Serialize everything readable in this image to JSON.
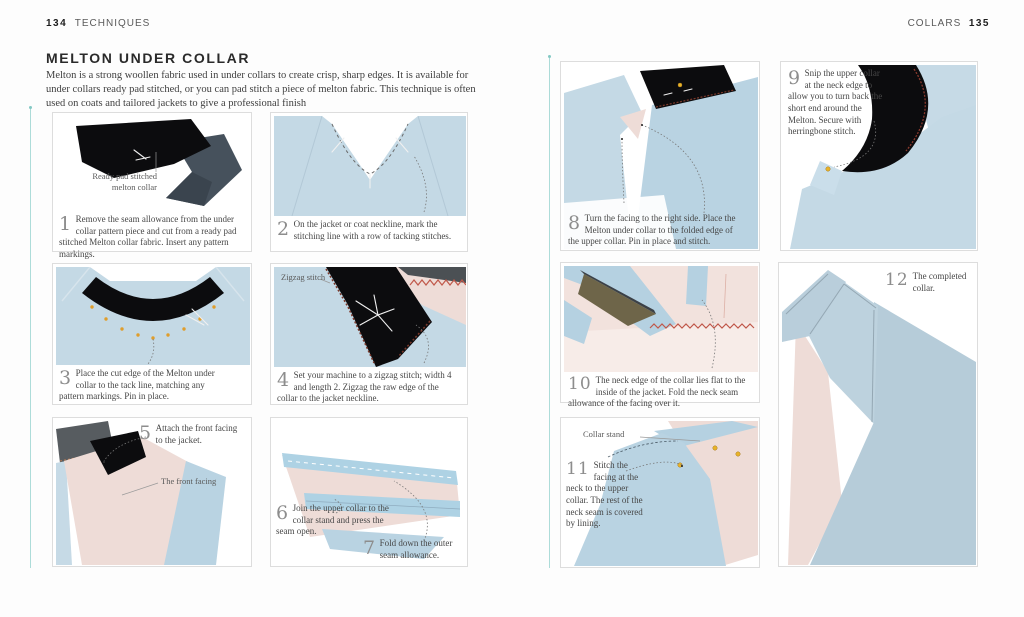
{
  "header_left": {
    "page": "134",
    "section": "TECHNIQUES"
  },
  "header_right": {
    "section": "COLLARS",
    "page": "135"
  },
  "article": {
    "title": "MELTON UNDER COLLAR",
    "intro": "Melton is a strong woollen fabric used in under collars to create crisp, sharp edges. It is available for under collars ready pad stitched, or you can pad stitch a piece of melton fabric. This technique is often used on coats and tailored jackets to give a professional finish"
  },
  "steps": [
    {
      "num": "1",
      "text": "Remove the seam allowance from the under collar pattern piece and cut from a ready pad stitched Melton collar fabric. Insert any pattern markings."
    },
    {
      "num": "2",
      "text": "On the jacket or coat neckline, mark the stitching line with a row of tacking stitches."
    },
    {
      "num": "3",
      "text": "Place the cut edge of the Melton under collar to the tack line, matching any pattern markings. Pin in place."
    },
    {
      "num": "4",
      "text": "Set your machine to a zigzag stitch; width 4 and length 2. Zigzag the raw edge of the collar to the jacket neckline."
    },
    {
      "num": "5",
      "text": "Attach the front facing to the jacket."
    },
    {
      "num": "6",
      "text": "Join the upper collar to the collar stand and press the seam open."
    },
    {
      "num": "7",
      "text": "Fold down the outer seam allowance."
    },
    {
      "num": "8",
      "text": "Turn the facing to the right side. Place the Melton under collar to the folded edge of the upper collar. Pin in place and stitch."
    },
    {
      "num": "9",
      "text": "Snip the upper collar at the neck edge to allow you to turn back the short end around the Melton. Secure with herringbone stitch."
    },
    {
      "num": "10",
      "text": "The neck edge of the collar lies flat to the inside of the jacket. Fold the neck seam allowance of the facing over it."
    },
    {
      "num": "11",
      "text": "Stitch the facing at the neck to the upper collar. The rest of the neck seam is covered by lining."
    },
    {
      "num": "12",
      "text": "The completed collar."
    }
  ],
  "labels": {
    "ready_pad_stitched": "Ready pad stitched melton collar",
    "zigzag_stitch": "Zigzag stitch",
    "front_facing": "The front facing",
    "collar_stand": "Collar stand"
  },
  "colors": {
    "accent_teal": "#9fd6d2",
    "fabric_blue": "#c4d9e5",
    "fabric_blue_deep": "#b9d3e2",
    "fabric_pink": "#eedcd7",
    "melton_black": "#0c0c0e",
    "slate_fabric": "#46515c",
    "olive_fabric": "#6e6549",
    "stitch_red": "#c0584a",
    "pin_yellow": "#e8b32a",
    "box_border": "#dddddd",
    "text_dark": "#3f3f3f",
    "number_gray": "#8d8d8d"
  }
}
